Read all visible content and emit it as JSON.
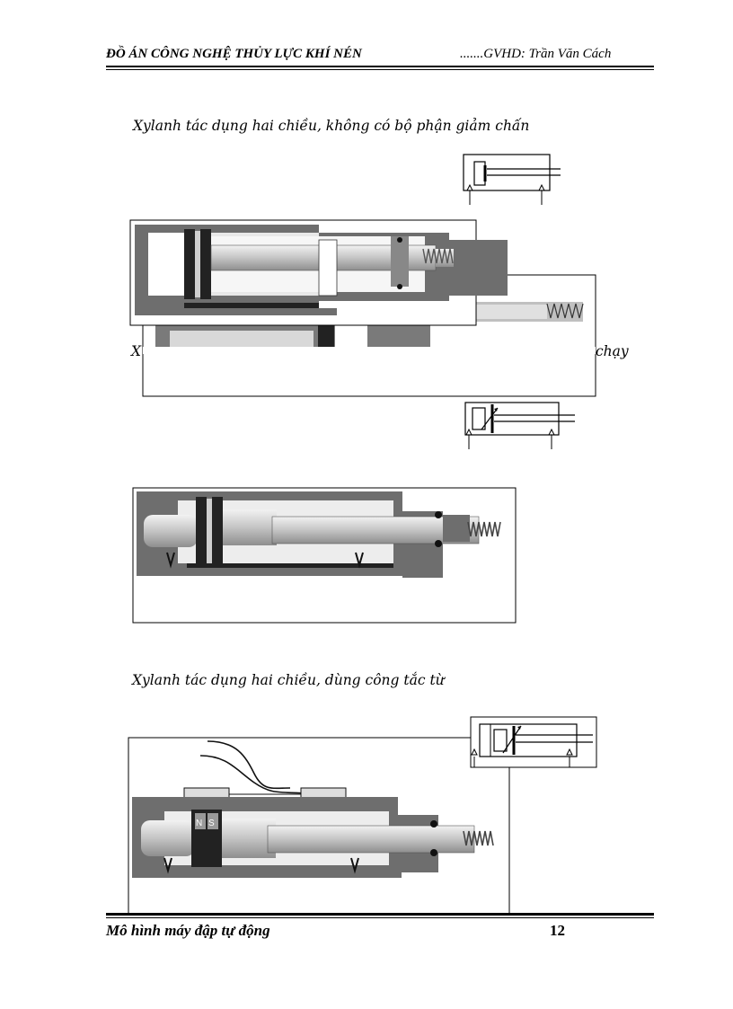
{
  "header": {
    "left": "ĐỒ ÁN CÔNG NGHỆ THỦY LỰC KHÍ NÉN",
    "right": ".......GVHD: Trần Văn Cách"
  },
  "captions": {
    "caption_1": "Xylanh tác dụng hai chiều, không có bộ  phận giảm chấn",
    "caption_2_left": "X",
    "caption_2_right": "chạy",
    "caption_3": "Xylanh tác dụng hai chiều, dùng công tắc từ"
  },
  "magnet_labels": {
    "north": "N",
    "south": "S"
  },
  "footer": {
    "left": "Mô hình máy đập tự động",
    "page_number": "12"
  }
}
